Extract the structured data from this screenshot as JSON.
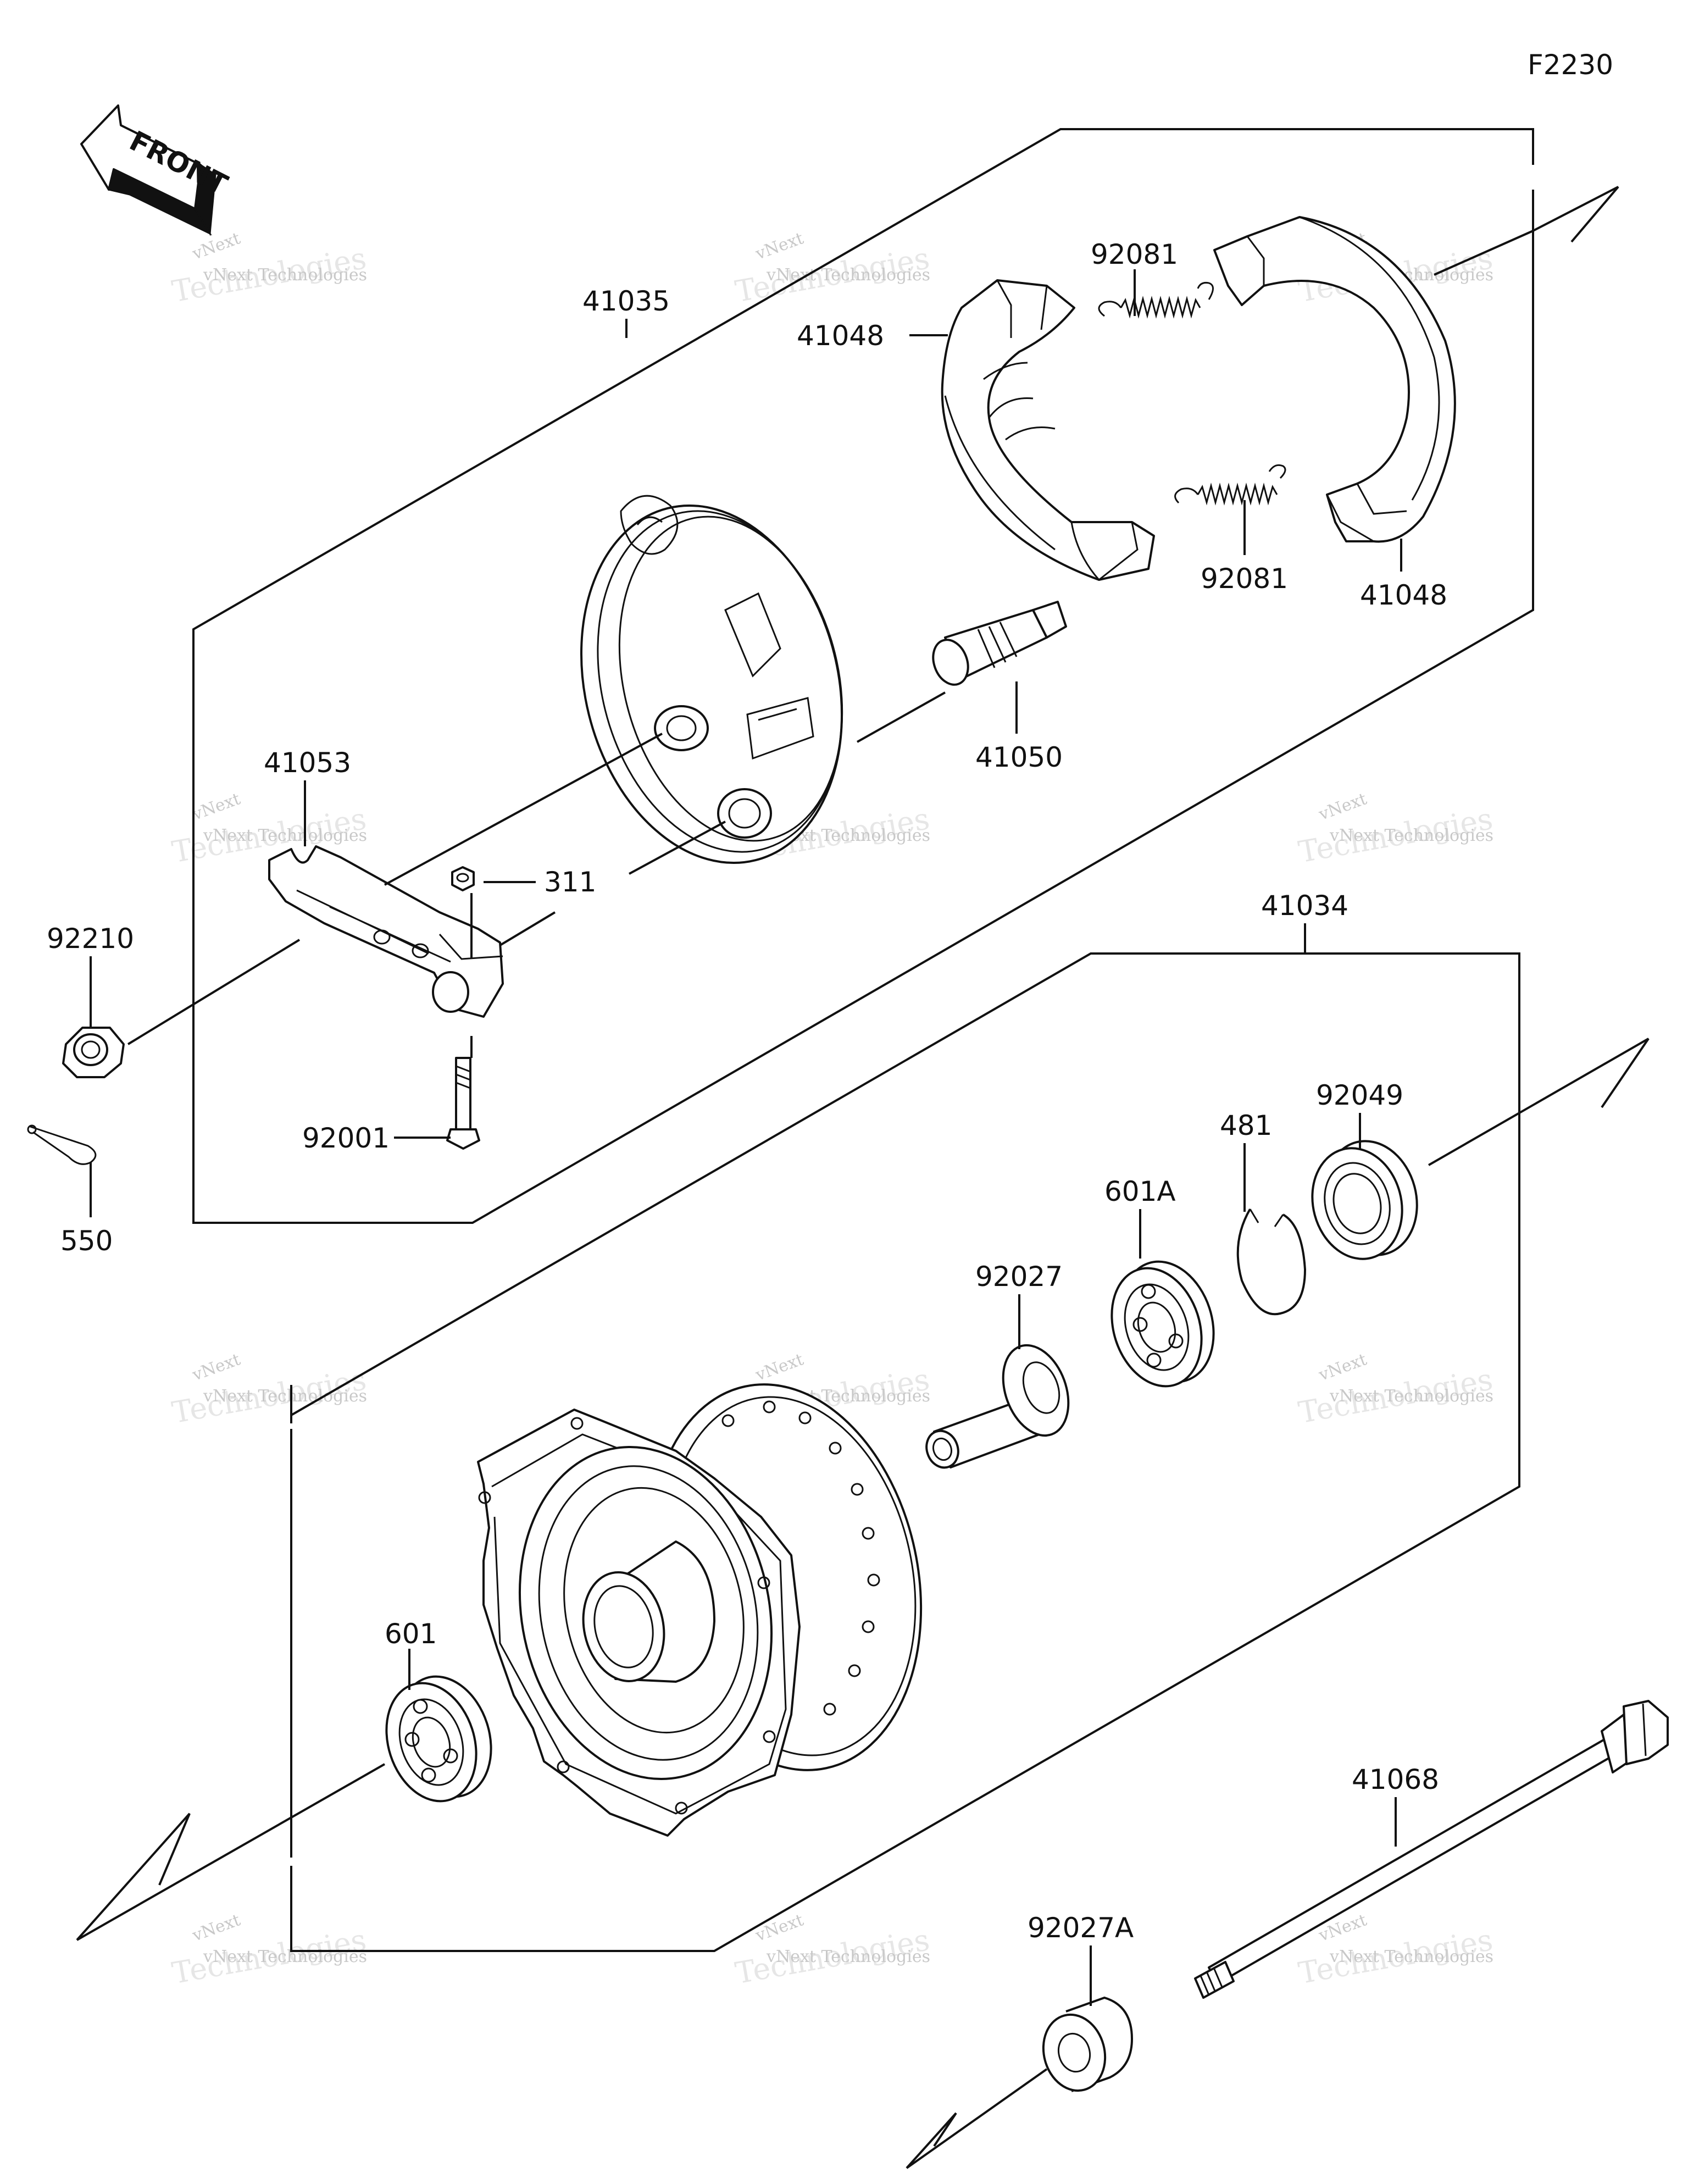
{
  "diagram_code": "F2230",
  "front_label": "FRONT",
  "watermark": {
    "line1": "vNext Technologies",
    "line2": "Technologies",
    "line3": "vNext"
  },
  "parts": [
    {
      "id": "p41035",
      "number": "41035"
    },
    {
      "id": "p41048a",
      "number": "41048"
    },
    {
      "id": "p92081a",
      "number": "92081"
    },
    {
      "id": "p92081b",
      "number": "92081"
    },
    {
      "id": "p41048b",
      "number": "41048"
    },
    {
      "id": "p41050",
      "number": "41050"
    },
    {
      "id": "p41053",
      "number": "41053"
    },
    {
      "id": "p311",
      "number": "311"
    },
    {
      "id": "p92210",
      "number": "92210"
    },
    {
      "id": "p92001",
      "number": "92001"
    },
    {
      "id": "p550",
      "number": "550"
    },
    {
      "id": "p41034",
      "number": "41034"
    },
    {
      "id": "p92049",
      "number": "92049"
    },
    {
      "id": "p481",
      "number": "481"
    },
    {
      "id": "p601A",
      "number": "601A"
    },
    {
      "id": "p92027",
      "number": "92027"
    },
    {
      "id": "p601",
      "number": "601"
    },
    {
      "id": "p41068",
      "number": "41068"
    },
    {
      "id": "p92027A",
      "number": "92027A"
    }
  ]
}
